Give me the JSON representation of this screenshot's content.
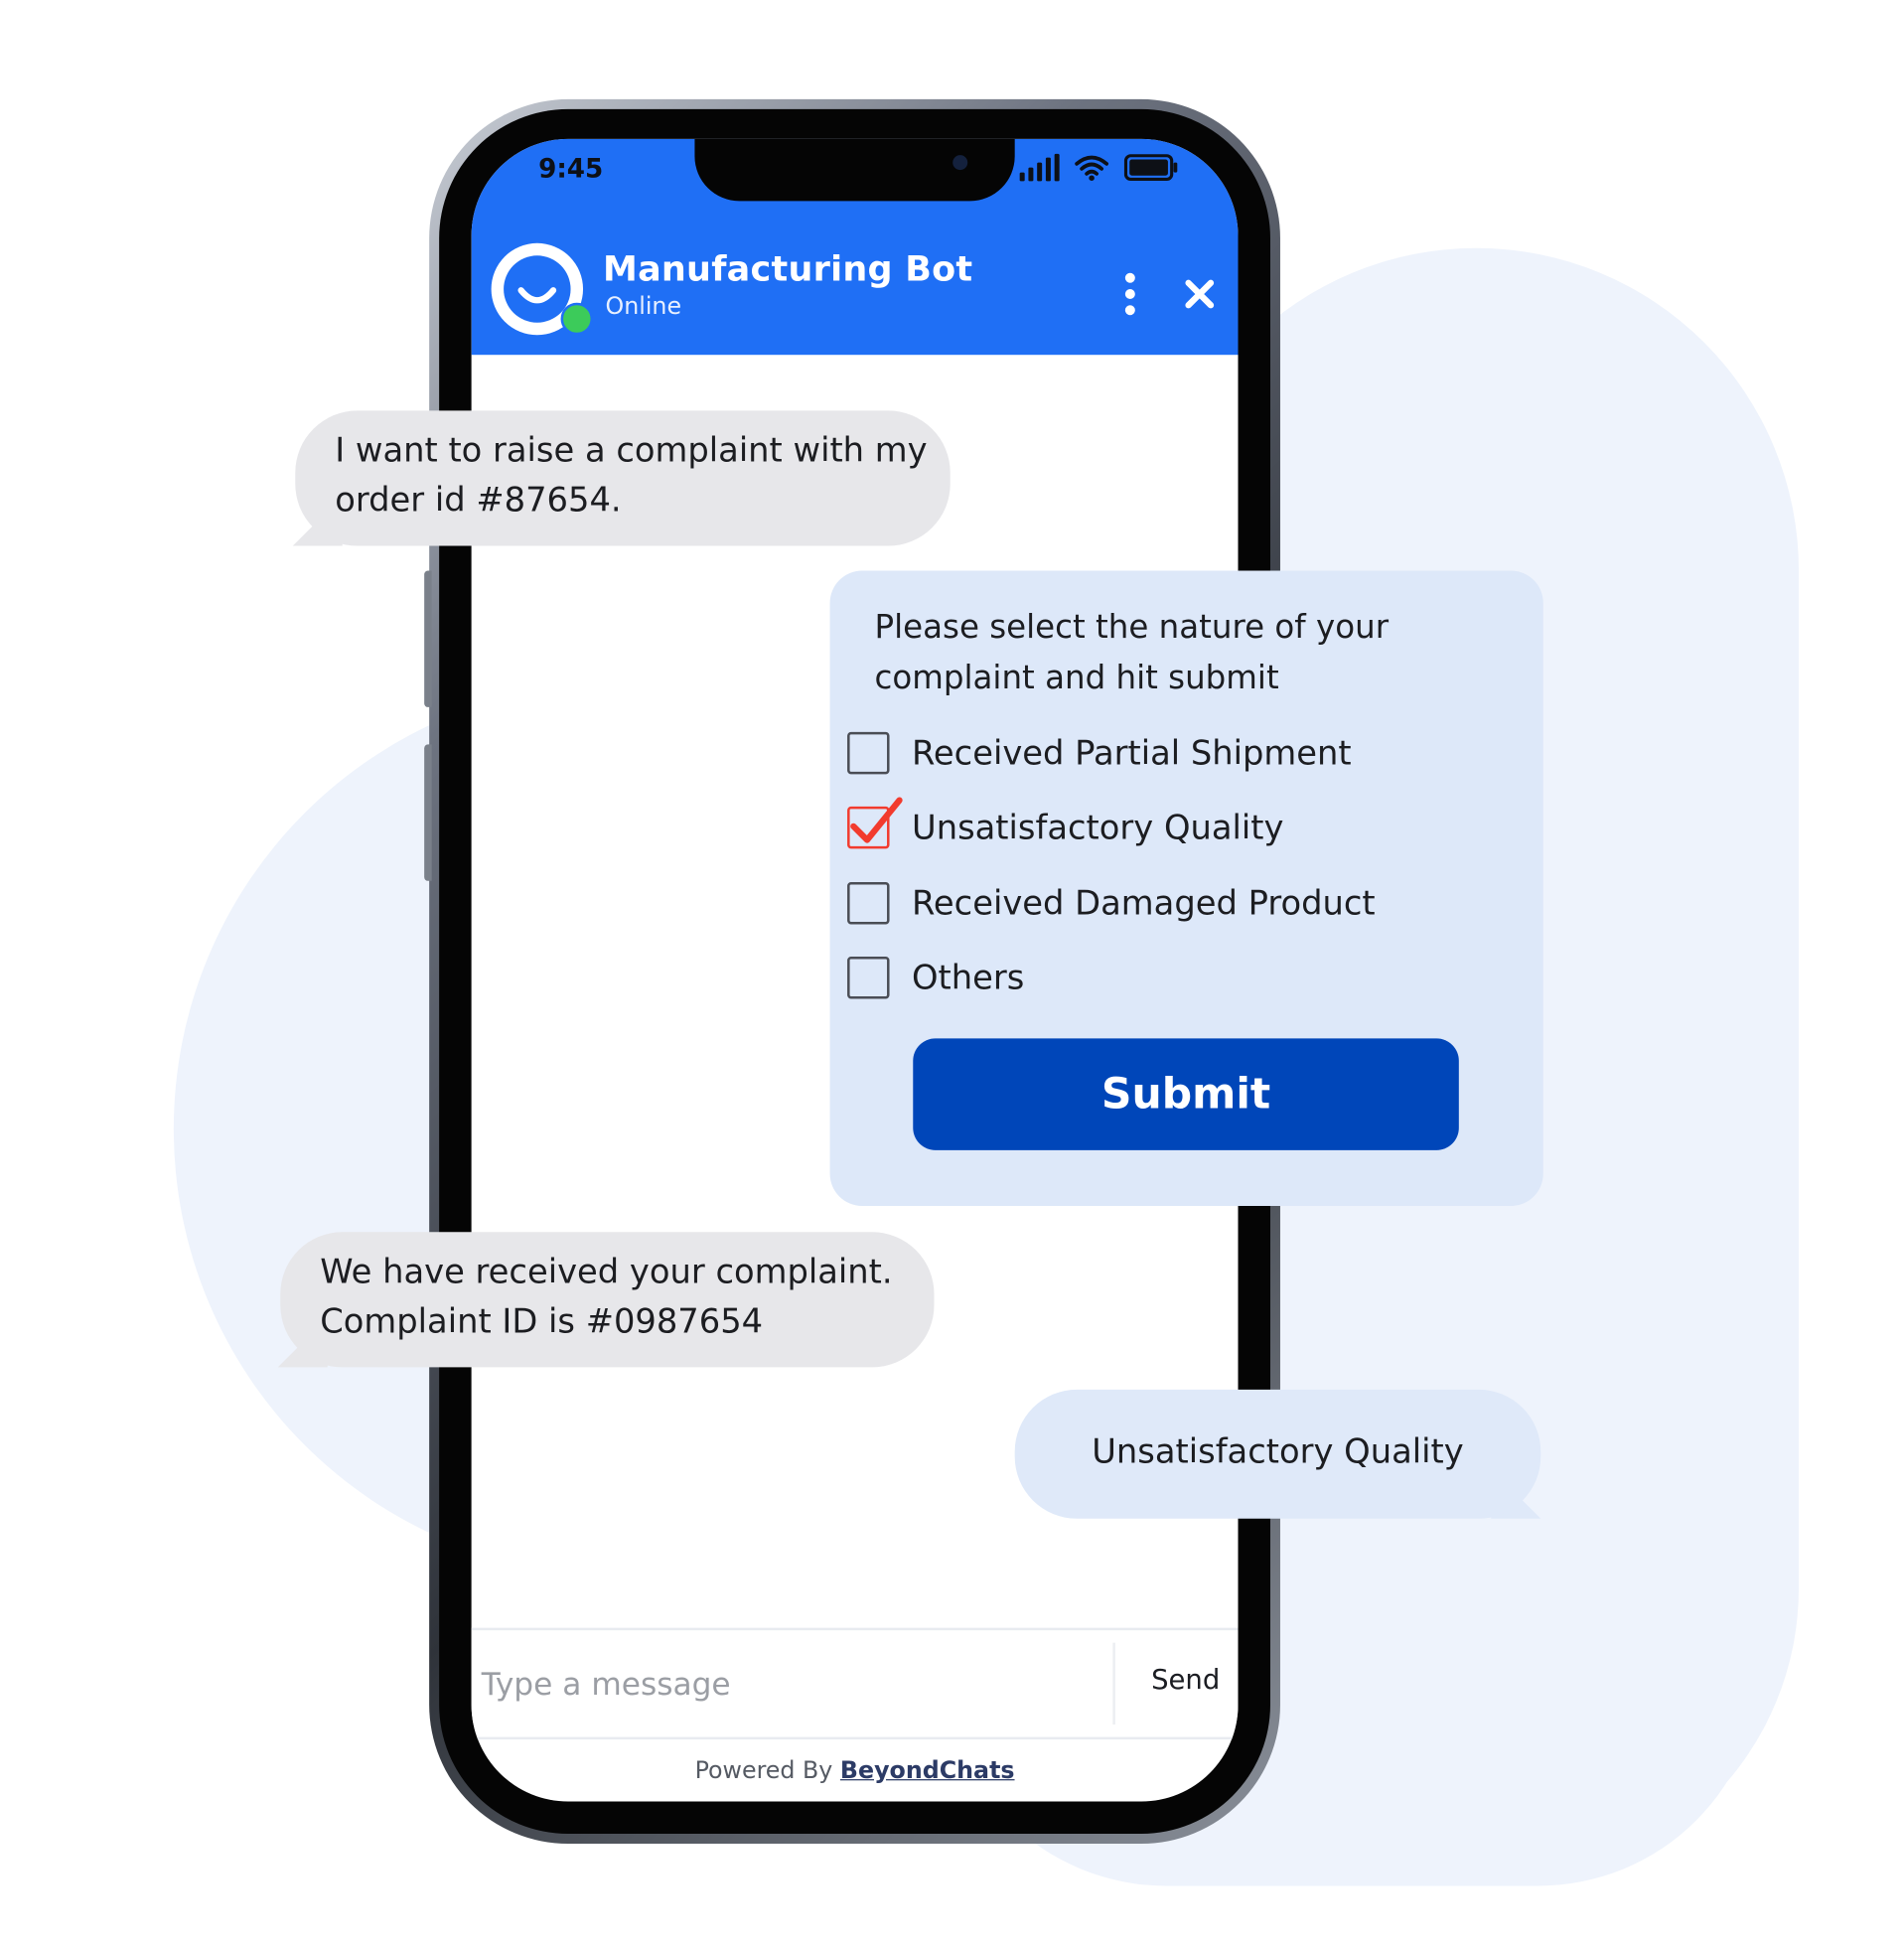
{
  "status_bar": {
    "time": "9:45"
  },
  "chat_header": {
    "bot_name": "Manufacturing Bot",
    "status": "Online"
  },
  "messages": {
    "user_complaint": [
      "I want to raise a complaint with my",
      "order id #87654."
    ],
    "bot_confirmation": [
      "We have received your complaint.",
      "Complaint ID is #0987654"
    ],
    "user_selection": "Unsatisfactory Quality"
  },
  "complaint_form": {
    "prompt": [
      "Please select the nature of your",
      "complaint and hit submit"
    ],
    "options": [
      {
        "label": "Received Partial Shipment",
        "checked": false
      },
      {
        "label": "Unsatisfactory Quality",
        "checked": true
      },
      {
        "label": "Received Damaged Product",
        "checked": false
      },
      {
        "label": "Others",
        "checked": false
      }
    ],
    "submit_label": "Submit"
  },
  "composer": {
    "placeholder": "Type a message",
    "send_label": "Send"
  },
  "footer": {
    "powered_by": "Powered By",
    "brand": "BeyondChats"
  },
  "colors": {
    "header_blue": "#1f6ff5",
    "submit_blue": "#0046b9",
    "check_red": "#f23b2e",
    "online_green": "#3ccb5a",
    "bubble_grey": "#e7e7ea",
    "bubble_blue": "#dfe9f9"
  },
  "icons": [
    "signal-icon",
    "wifi-icon",
    "battery-icon",
    "chat-bot-avatar-icon",
    "kebab-menu-icon",
    "close-icon",
    "checkmark-icon"
  ]
}
